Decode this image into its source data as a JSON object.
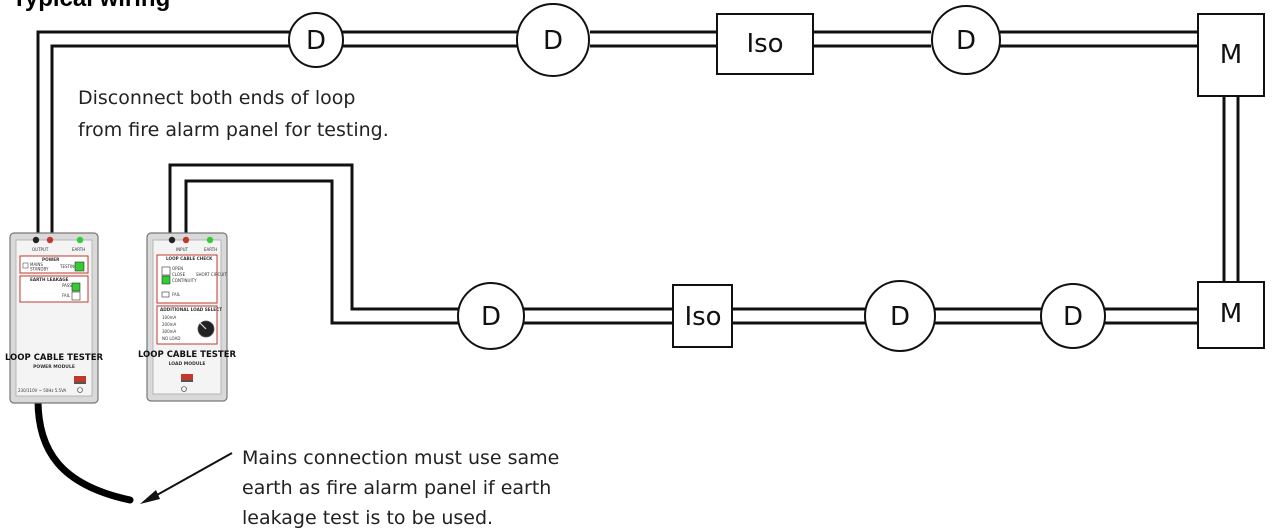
{
  "heading": "Typical wiring",
  "devices": {
    "top": [
      "D",
      "D",
      "Iso",
      "D",
      "M"
    ],
    "bottom": [
      "D",
      "Iso",
      "D",
      "D",
      "M"
    ]
  },
  "notes": {
    "disconnect": [
      "Disconnect both ends of loop",
      "from fire alarm panel for testing."
    ],
    "mains": [
      "Mains connection must use same",
      "earth as fire alarm panel if earth",
      "leakage test is to be used."
    ]
  },
  "power_module": {
    "jack_left": "OUTPUT",
    "jack_right": "EARTH",
    "power_label": "POWER",
    "power_left": "MAINS",
    "power_left2": "STANDBY",
    "power_right": "TESTING",
    "earth_label": "EARTH LEAKAGE",
    "earth_pass": "PASS",
    "earth_fail": "FAIL",
    "title": "LOOP CABLE TESTER",
    "subtitle": "POWER MODULE",
    "footer": "230/110V ~ 50Hz 5.5VA"
  },
  "load_module": {
    "jack_left": "INPUT",
    "jack_right": "EARTH",
    "check_label": "LOOP CABLE CHECK",
    "check_items": [
      "OPEN",
      "CLOSE",
      "CONTINUITY"
    ],
    "check_right": "SHORT CIRCUIT",
    "fail": "FAIL",
    "select_label": "ADDITIONAL LOAD SELECT",
    "select_items": [
      "100mA",
      "200mA",
      "300mA",
      "NO LOAD"
    ],
    "title": "LOOP CABLE TESTER",
    "subtitle": "LOAD MODULE"
  },
  "colors": {
    "cable": "#111111",
    "module_body": "#d9d9d9",
    "module_face": "#f4f4f4",
    "panel_border": "#c0392b",
    "led_green": "#33cc33"
  }
}
